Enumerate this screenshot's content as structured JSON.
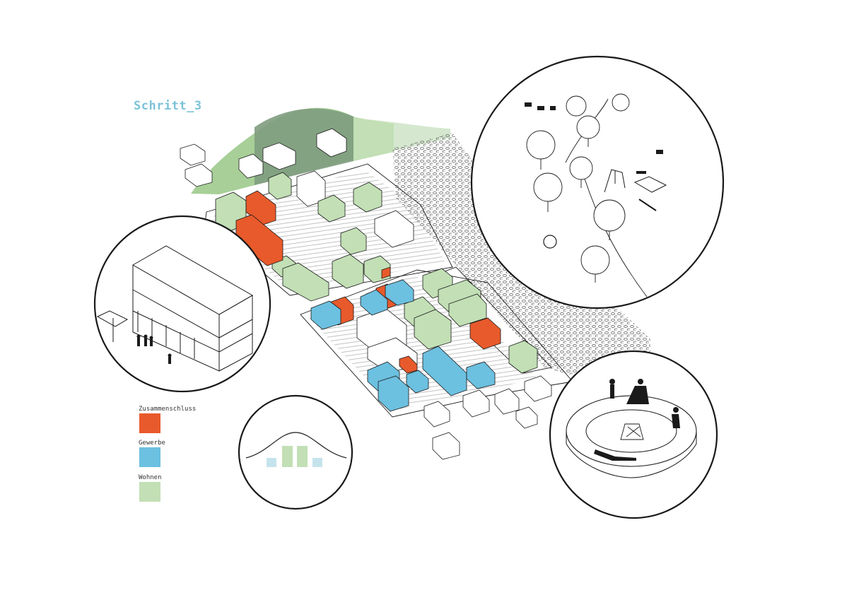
{
  "title": "Schritt_3",
  "legend": [
    {
      "label": "Zusammenschluss",
      "color": "#e85a2b"
    },
    {
      "label": "Gewerbe",
      "color": "#6cc0e0"
    },
    {
      "label": "Wohnen",
      "color": "#c2dfb5"
    }
  ],
  "colors": {
    "title": "#7dc3d8",
    "line": "#1a1a1a",
    "hatch": "#9a9a9a",
    "forest_dark": "#7f9c7f",
    "forest_mid": "#a7cf97",
    "forest_light": "#d5e8cf",
    "bar_light": "#c5e3ec"
  },
  "insets": [
    {
      "name": "building-inset",
      "depicts": "storefront-building"
    },
    {
      "name": "park-inset",
      "depicts": "park-with-trees-and-playground"
    },
    {
      "name": "curve-inset",
      "depicts": "bell-curve-with-bars"
    },
    {
      "name": "gathering-inset",
      "depicts": "people-in-circular-plaza"
    }
  ]
}
